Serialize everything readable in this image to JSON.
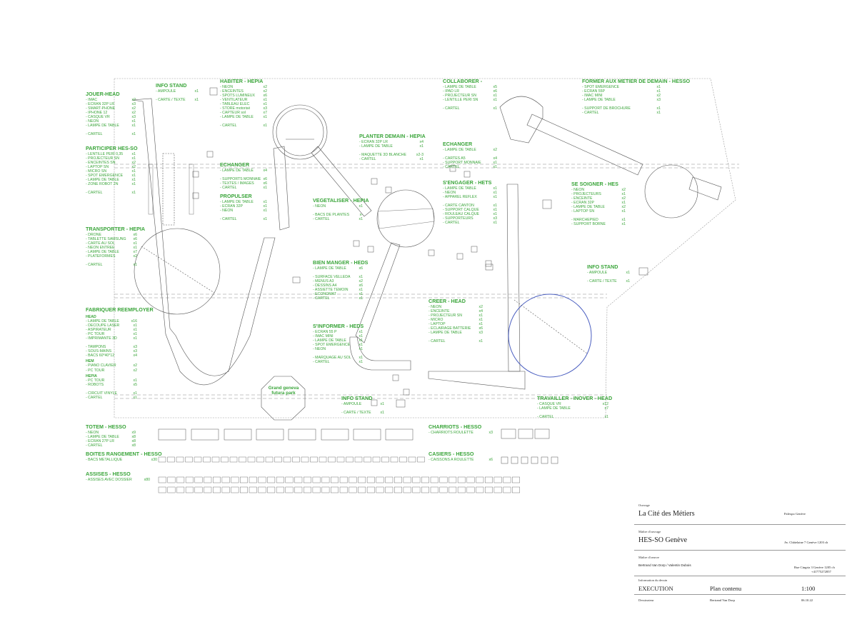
{
  "colors": {
    "label": "#3aa53a",
    "line": "#555555",
    "dashed": "#8a8a8a",
    "blue_circle": "#4a5ec0"
  },
  "sections": {
    "jouer": {
      "title": "JOUER-HEAD",
      "items": [
        [
          "- IMAC",
          "x2"
        ],
        [
          "- ECRAN 32P LR",
          "x3"
        ],
        [
          "- SMART-PHONE",
          "x2"
        ],
        [
          "- IPHONE 12",
          "x2"
        ],
        [
          "- CASQUE VR",
          "x3"
        ],
        [
          "- NEON",
          "x1"
        ],
        [
          "- LAMPE DE TABLE",
          "x1"
        ],
        [
          "",
          ""
        ],
        [
          "- CARTEL",
          "x1"
        ]
      ]
    },
    "participer": {
      "title": "PARTICIPER HES-SO",
      "items": [
        [
          "- LENTILLE PERI 0,35",
          "x1"
        ],
        [
          "- PROJECTEUR SN",
          "x1"
        ],
        [
          "- ENCEINTES SN",
          "x2"
        ],
        [
          "- LAPTOP SN",
          "x2"
        ],
        [
          "- MICRO SN",
          "x1"
        ],
        [
          "- SPOT EMERGENCE",
          "x1"
        ],
        [
          "- LAMPE DE TABLE",
          "x1"
        ],
        [
          "- ZONE ROBOT 2N",
          "x1"
        ],
        [
          "",
          ""
        ],
        [
          "- CARTEL",
          "x1"
        ]
      ]
    },
    "transporter": {
      "title": "TRANSPORTER - HEPIA",
      "items": [
        [
          "- DRONE",
          "x6"
        ],
        [
          "- TABLETTE SAMSUNG",
          "x6"
        ],
        [
          "- CARTE AU SOL",
          "x1"
        ],
        [
          "- NEON ENTREE",
          "x1"
        ],
        [
          "- LAMPE DE TABLE",
          "x7"
        ],
        [
          "- PLATEFORMES",
          "x2"
        ],
        [
          "",
          ""
        ],
        [
          "- CARTEL",
          "x1"
        ]
      ]
    },
    "fabriquer": {
      "title": "FABRIQUER REEMPLOYER",
      "groups": [
        {
          "sub": "HEAD",
          "items": [
            [
              "- LAMPE DE TABLE",
              "x16"
            ],
            [
              "- DECOUPE LASER",
              "x1"
            ],
            [
              "- ASPIRATEUR",
              "x1"
            ],
            [
              "- PC TOUR",
              "x1"
            ],
            [
              "- IMPRIMANTE 3D",
              "x1"
            ],
            [
              "",
              ""
            ],
            [
              "- TAMPONS",
              "x3"
            ],
            [
              "- SOUS-MAINS",
              "x3"
            ],
            [
              "- BACS 60*40*12",
              "x4"
            ]
          ]
        },
        {
          "sub": "HEM",
          "items": [
            [
              "- PIANO CLAVIER",
              "x2"
            ],
            [
              "- PC TOUR",
              "x2"
            ]
          ]
        },
        {
          "sub": "HEPIA",
          "items": [
            [
              "- PC TOUR",
              "x1"
            ],
            [
              "- ROBOTS",
              "x5"
            ],
            [
              "",
              ""
            ],
            [
              "- CIRCUIT VINYLE",
              "x1"
            ],
            [
              "- CARTEL",
              "x1"
            ]
          ]
        }
      ]
    },
    "info1": {
      "title": "INFO STAND",
      "items": [
        [
          "- AMPOULE",
          "x1"
        ],
        [
          "",
          ""
        ],
        [
          "- CARTE / TEXTE",
          "x1"
        ]
      ]
    },
    "habiter": {
      "title": "HABITER - HEPIA",
      "items": [
        [
          "- NEON",
          "x2"
        ],
        [
          "- ENCEINTES",
          "x2"
        ],
        [
          "- SPOTS LUMINEUX",
          "x6"
        ],
        [
          "- VENTILATEUR",
          "x1"
        ],
        [
          "- TABLEAU ELEC",
          "x1"
        ],
        [
          "- STORE motorisé",
          "x3"
        ],
        [
          "- CAPTEUR sol",
          "x7"
        ],
        [
          "- LAMPE DE TABLE",
          "x1"
        ],
        [
          "",
          ""
        ],
        [
          "- CARTEL",
          "x1"
        ]
      ]
    },
    "echanger1": {
      "title": "ECHANGER",
      "items": [
        [
          "- LAMPE DE TABLE",
          "x4"
        ],
        [
          "",
          ""
        ],
        [
          "- SUPPORTS MONNAIE",
          "x6"
        ],
        [
          "- TEXTES / IMAGES",
          "x6"
        ],
        [
          "- CARTEL",
          "x1"
        ]
      ]
    },
    "propulser": {
      "title": "PROPULSER",
      "items": [
        [
          "- LAMPE DE TABLE",
          "x1"
        ],
        [
          "- ECRAN 32P",
          "x1"
        ],
        [
          "- NEON",
          "x1"
        ],
        [
          "",
          ""
        ],
        [
          "- CARTEL",
          "x1"
        ]
      ]
    },
    "planter": {
      "title": "PLANTER DEMAIN - HEPIA",
      "items": [
        [
          "- ECRAN 32P LR",
          "x4"
        ],
        [
          "- LAMPE DE TABLE",
          "x1"
        ],
        [
          "",
          ""
        ],
        [
          "- MAQUETTE 3D BLANCHE",
          "x2-3"
        ],
        [
          "- CARTEL",
          "x1"
        ]
      ]
    },
    "vegetaliser": {
      "title": "VEGETALISER - HEPIA",
      "items": [
        [
          "- NEON",
          "x1"
        ],
        [
          "",
          ""
        ],
        [
          "- BACS DE PLANTES",
          "x-"
        ],
        [
          "- CARTEL",
          "x1"
        ]
      ]
    },
    "bienmanger": {
      "title": "BIEN MANGER - HEDS",
      "items": [
        [
          "- LAMPE DE TABLE",
          "x6"
        ],
        [
          "",
          ""
        ],
        [
          "- SURFACE VELLEDA",
          "x1"
        ],
        [
          "- MENUS A3",
          "x2"
        ],
        [
          "- DESSINS A4",
          "x6"
        ],
        [
          "- ASSIETTE TEMOIN",
          "x1"
        ],
        [
          "- ECONOMAT",
          "x1"
        ],
        [
          "- CARTEL",
          "x1"
        ]
      ]
    },
    "sinformer": {
      "title": "S'INFORMER - HEDS",
      "items": [
        [
          "- ECRAN 55 P",
          "x1"
        ],
        [
          "- IMAC MINI",
          "x1"
        ],
        [
          "- LAMPE DE TABLE",
          "x1"
        ],
        [
          "- SPOT EMERGENCE",
          "x1"
        ],
        [
          "- NEON",
          "x1"
        ],
        [
          "",
          ""
        ],
        [
          "- MARQUAGE AU SOL",
          "x1"
        ],
        [
          "- CARTEL",
          "x1"
        ]
      ]
    },
    "info2": {
      "title": "INFO STAND",
      "items": [
        [
          "- AMPOULE",
          "x1"
        ],
        [
          "",
          ""
        ],
        [
          "- CARTE / TEXTE",
          "x1"
        ]
      ]
    },
    "collaborer": {
      "title": "COLLABORER -",
      "items": [
        [
          "- LAMPE DE TABLE",
          "x5"
        ],
        [
          "- IPAD LR",
          "x6"
        ],
        [
          "- PROJECTEUR SN",
          "x1"
        ],
        [
          "- LENTILLE PERI SN",
          "x1"
        ],
        [
          "",
          ""
        ],
        [
          "- CARTEL",
          "x1"
        ]
      ]
    },
    "echanger2": {
      "title": "ECHANGER",
      "items": [
        [
          "- LAMPE DE TABLE",
          "x2"
        ],
        [
          "",
          ""
        ],
        [
          "- CARTES A5",
          "x4"
        ],
        [
          "- SUPPORT MONNAIE",
          "x1"
        ],
        [
          "- CARTEL",
          "x1"
        ]
      ]
    },
    "sengager": {
      "title": "S'ENGAGER - HETS",
      "items": [
        [
          "- LAMPE DE TABLE",
          "x1"
        ],
        [
          "- NEON",
          "x1"
        ],
        [
          "- APPAREL REFLEX",
          "x1"
        ],
        [
          "",
          ""
        ],
        [
          "- CARTE CANTON",
          "x1"
        ],
        [
          "- SUPPORT CALQUE",
          "x1"
        ],
        [
          "- ROULEAU CALQUE",
          "x1"
        ],
        [
          "- SUPPORTEURS",
          "x3"
        ],
        [
          "- CARTEL",
          "x1"
        ]
      ]
    },
    "creer": {
      "title": "CREER - HEAD",
      "items": [
        [
          "- NEON",
          "x2"
        ],
        [
          "- ENCEINTE",
          "x4"
        ],
        [
          "- PROJECTEUR SN",
          "x1"
        ],
        [
          "- MICRO",
          "x1"
        ],
        [
          "- LAPTOP",
          "x1"
        ],
        [
          "- ECLAIRAGE BATTERIE",
          "x6"
        ],
        [
          "- LAMPE DE TABLE",
          "x3"
        ],
        [
          "",
          ""
        ],
        [
          "- CARTEL",
          "x1"
        ]
      ]
    },
    "former": {
      "title": "FORMER AUX METIER DE DEMAIN - HESSO",
      "items": [
        [
          "- SPOT EMERGENCE",
          "x1"
        ],
        [
          "- ECRAN 55P",
          "x1"
        ],
        [
          "- IMAC MINI",
          "x2"
        ],
        [
          "- LAMPE DE TABLE",
          "x3"
        ],
        [
          "",
          ""
        ],
        [
          "- SUPPORT DE BROCHURE",
          "x1"
        ],
        [
          "- CARTEL",
          "x1"
        ]
      ]
    },
    "sesoigner": {
      "title": "SE SOIGNER - HES",
      "items": [
        [
          "- NEON",
          "x2"
        ],
        [
          "- PROJECTEURS",
          "x1"
        ],
        [
          "- ENCEINTE",
          "x2"
        ],
        [
          "- ECRAN 32P",
          "x1"
        ],
        [
          "- LAMPE DE TABLE",
          "x2"
        ],
        [
          "- LAPTOP SN",
          "x1"
        ],
        [
          "",
          ""
        ],
        [
          "- MARCHEPIED",
          "x1"
        ],
        [
          "- SUPPORT BORNE",
          "x1"
        ]
      ]
    },
    "info3": {
      "title": "INFO STAND",
      "items": [
        [
          "- AMPOULE",
          "x1"
        ],
        [
          "",
          ""
        ],
        [
          "- CARTE / TEXTE",
          "x1"
        ]
      ]
    },
    "travailler": {
      "title": "TRAVAILLER - INOVER - HEAD",
      "items": [
        [
          "- CASQUE VR",
          "x12"
        ],
        [
          "- LAMPE DE TABLE",
          "x7"
        ],
        [
          "",
          ""
        ],
        [
          "- CARTEL",
          "x1"
        ]
      ]
    },
    "totem": {
      "title": "TOTEM - HESSO",
      "items": [
        [
          "- NEON",
          "x9"
        ],
        [
          "- LAMPE DE TABLE",
          "x8"
        ],
        [
          "- ECRAN 27P LR",
          "x8"
        ],
        [
          "- CARTEL",
          "x8"
        ]
      ]
    },
    "boites": {
      "title": "BOITES RANGEMENT - HESSO",
      "items": [
        [
          "- BACS METALLIQUE",
          "x30"
        ]
      ]
    },
    "assises": {
      "title": "ASSISES - HESSO",
      "items": [
        [
          "- ASSISES AVEC DOSSIER",
          "x80"
        ]
      ]
    },
    "charriots": {
      "title": "CHARRIOTS - HESSO",
      "items": [
        [
          "- CHARRIOTS ROULETTE",
          "x3"
        ]
      ]
    },
    "casiers": {
      "title": "CASIERS - HESSO",
      "items": [
        [
          "- CAISSONS A ROULETTE",
          "x6"
        ]
      ]
    }
  },
  "futura": {
    "line1": "Grand geneva",
    "line2": "futura park"
  },
  "titleblock": {
    "ouvrage_caption": "Ouvrage",
    "ouvrage": "La Cité des Métiers",
    "lieu": "Palexpo Genève",
    "maitre_ouvrage_caption": "Maître d'ouvrage",
    "maitre_ouvrage": "HES-SO Genève",
    "maitre_ouvrage_adresse": "Av. Châtelaine 7 Genève 1203 ch",
    "maitre_oeuvre_caption": "Maître d'oeuvre",
    "maitre_oeuvre": "Bertrand Van Dorp / Valentin Dubois",
    "maitre_oeuvre_adresse": "Rue Cingria 3 Genève 1205 ch",
    "maitre_oeuvre_tel": "+41775272857",
    "info_caption": "Information du dessin",
    "phase": "EXECUTION",
    "plan": "Plan contenu",
    "echelle": "1:100",
    "dessinateur_caption": "Dessinateur",
    "dessinateur": "Bertrand Van Dorp",
    "date": "06.10.22"
  }
}
